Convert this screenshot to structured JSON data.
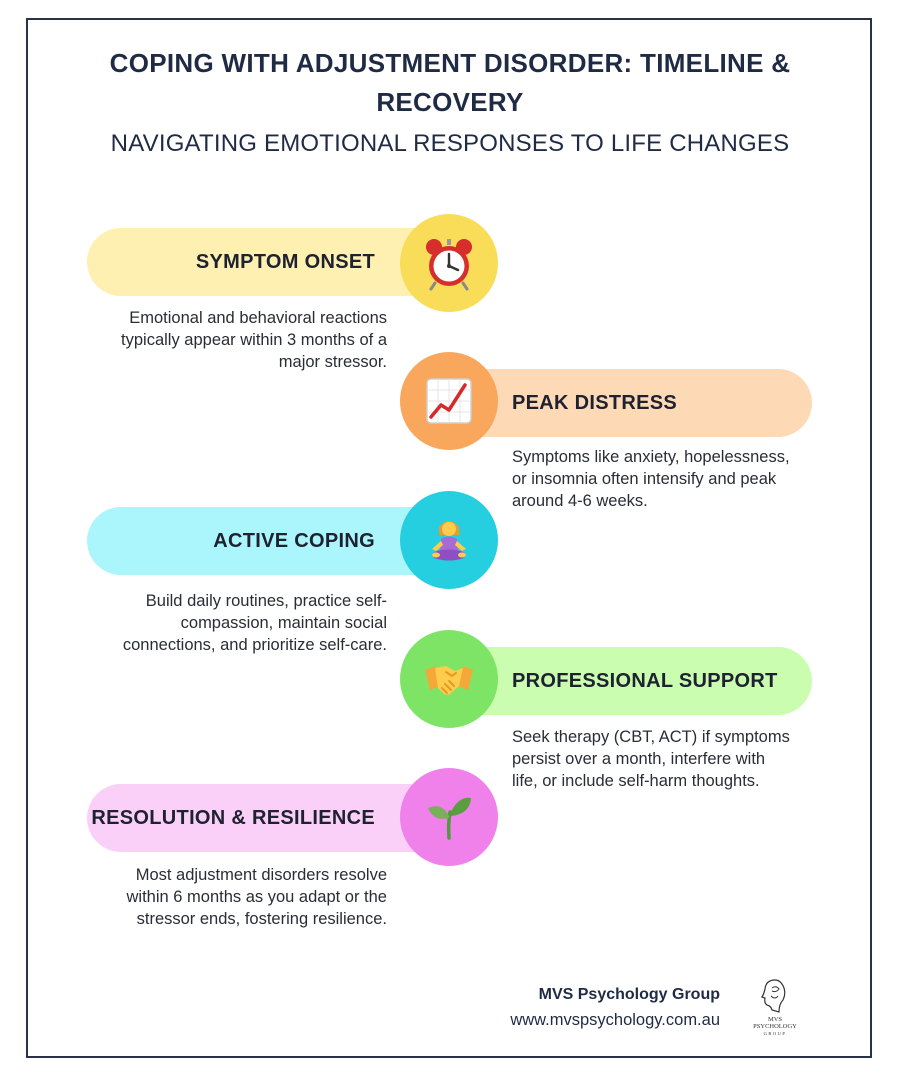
{
  "title": "COPING WITH ADJUSTMENT DISORDER: TIMELINE & RECOVERY",
  "subtitle": "NAVIGATING EMOTIONAL RESPONSES TO LIFE CHANGES",
  "stages": [
    {
      "label": "SYMPTOM ONSET",
      "icon": "alarm-clock-icon",
      "pill_color": "#fdf0b0",
      "circle_color": "#f9dd58",
      "description": "Emotional and behavioral reactions typically appear within 3 months of a major stressor."
    },
    {
      "label": "PEAK DISTRESS",
      "icon": "rising-chart-icon",
      "pill_color": "#fed9b6",
      "circle_color": "#f8a75c",
      "description": "Symptoms like anxiety, hopelessness, or insomnia often intensify and peak around 4-6 weeks."
    },
    {
      "label": "ACTIVE COPING",
      "icon": "meditation-icon",
      "pill_color": "#aaf6fc",
      "circle_color": "#25cfe0",
      "description": "Build daily routines, practice self-compassion, maintain social connections, and prioritize self-care."
    },
    {
      "label": "PROFESSIONAL SUPPORT",
      "icon": "handshake-icon",
      "pill_color": "#cbfdb0",
      "circle_color": "#7ee466",
      "description": "Seek therapy (CBT, ACT) if symptoms persist over a month, interfere with life, or include self-harm thoughts."
    },
    {
      "label": "RESOLUTION & RESILIENCE",
      "icon": "seedling-icon",
      "pill_color": "#fbd0f8",
      "circle_color": "#f080ea",
      "description": "Most adjustment disorders resolve within 6 months as you adapt or the stressor ends, fostering resilience."
    }
  ],
  "footer": {
    "org_name": "MVS Psychology Group",
    "url": "www.mvspsychology.com.au",
    "logo_text_1": "MVS",
    "logo_text_2": "PSYCHOLOGY",
    "logo_text_3": "GROUP"
  }
}
